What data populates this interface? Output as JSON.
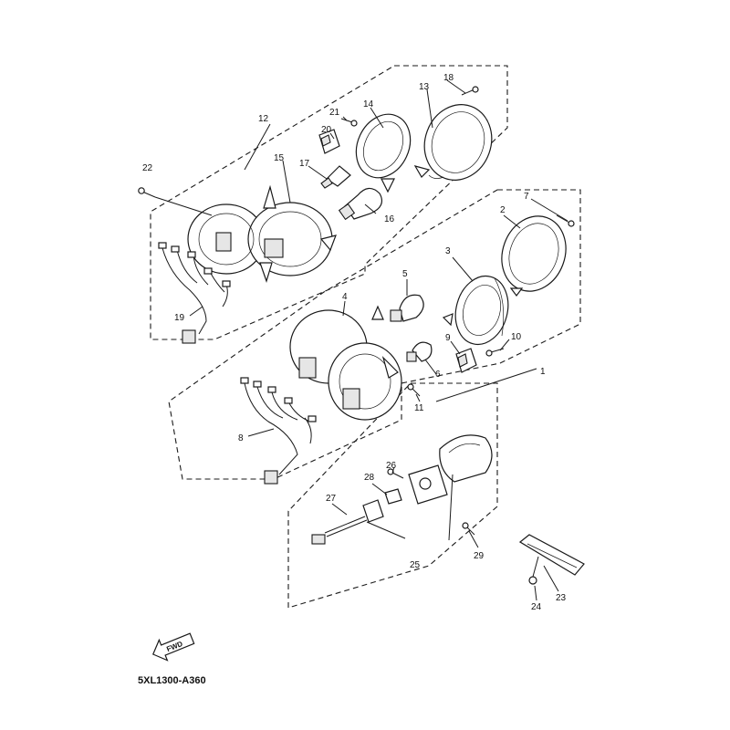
{
  "diagram": {
    "callouts": [
      "1",
      "2",
      "3",
      "4",
      "5",
      "6",
      "7",
      "8",
      "9",
      "10",
      "11",
      "12",
      "13",
      "14",
      "15",
      "16",
      "17",
      "18",
      "19",
      "20",
      "21",
      "22",
      "23",
      "24",
      "25",
      "26",
      "27",
      "28",
      "29"
    ],
    "fwd_label": "FWD",
    "diagram_code": "5XL1300-A360"
  }
}
